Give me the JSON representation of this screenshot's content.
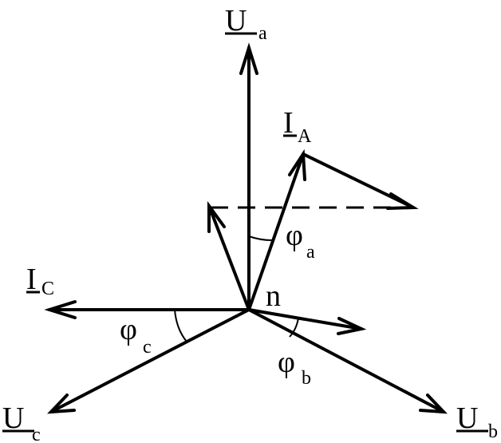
{
  "labels": {
    "ua": {
      "main": "U",
      "sub": "a"
    },
    "ub": {
      "main": "U",
      "sub": "b"
    },
    "uc": {
      "main": "U",
      "sub": "c"
    },
    "ia": {
      "main": "I",
      "sub": "A"
    },
    "ic": {
      "main": "I",
      "sub": "C"
    },
    "phia": {
      "main": "φ",
      "sub": "a"
    },
    "phib": {
      "main": "φ",
      "sub": "b"
    },
    "phic": {
      "main": "φ",
      "sub": "c"
    },
    "neutral": "n"
  }
}
